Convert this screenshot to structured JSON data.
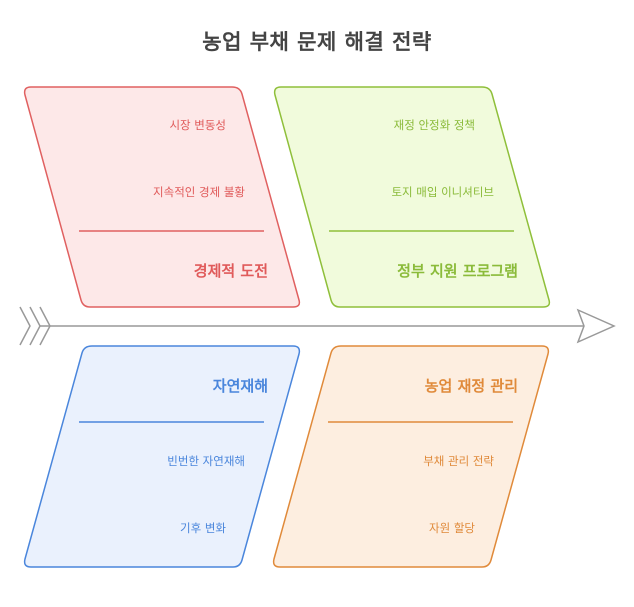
{
  "title": "농업 부채 문제 해결 전략",
  "colors": {
    "red": {
      "stroke": "#e06060",
      "fill": "#fde8e8",
      "text": "#e05a5a"
    },
    "green": {
      "stroke": "#8fbf3a",
      "fill": "#f1fbdc",
      "text": "#8bbb3a"
    },
    "blue": {
      "stroke": "#4a86dc",
      "fill": "#eaf1fd",
      "text": "#4a86dc"
    },
    "orange": {
      "stroke": "#e08a3a",
      "fill": "#fdeee0",
      "text": "#e08a3a"
    },
    "spine": "#999999"
  },
  "categories": [
    {
      "id": "economic",
      "heading": "경제적 도전",
      "color": "red",
      "position": "top-left",
      "causes": [
        "시장 변동성",
        "지속적인 경제 불황"
      ]
    },
    {
      "id": "government",
      "heading": "정부 지원 프로그램",
      "color": "green",
      "position": "top-right",
      "causes": [
        "재정 안정화 정책",
        "토지 매입 이니셔티브"
      ]
    },
    {
      "id": "disaster",
      "heading": "자연재해",
      "color": "blue",
      "position": "bottom-left",
      "causes": [
        "빈번한 자연재해",
        "기후 변화"
      ]
    },
    {
      "id": "finance",
      "heading": "농업 재정 관리",
      "color": "orange",
      "position": "bottom-right",
      "causes": [
        "부채 관리 전략",
        "자원 할당"
      ]
    }
  ]
}
